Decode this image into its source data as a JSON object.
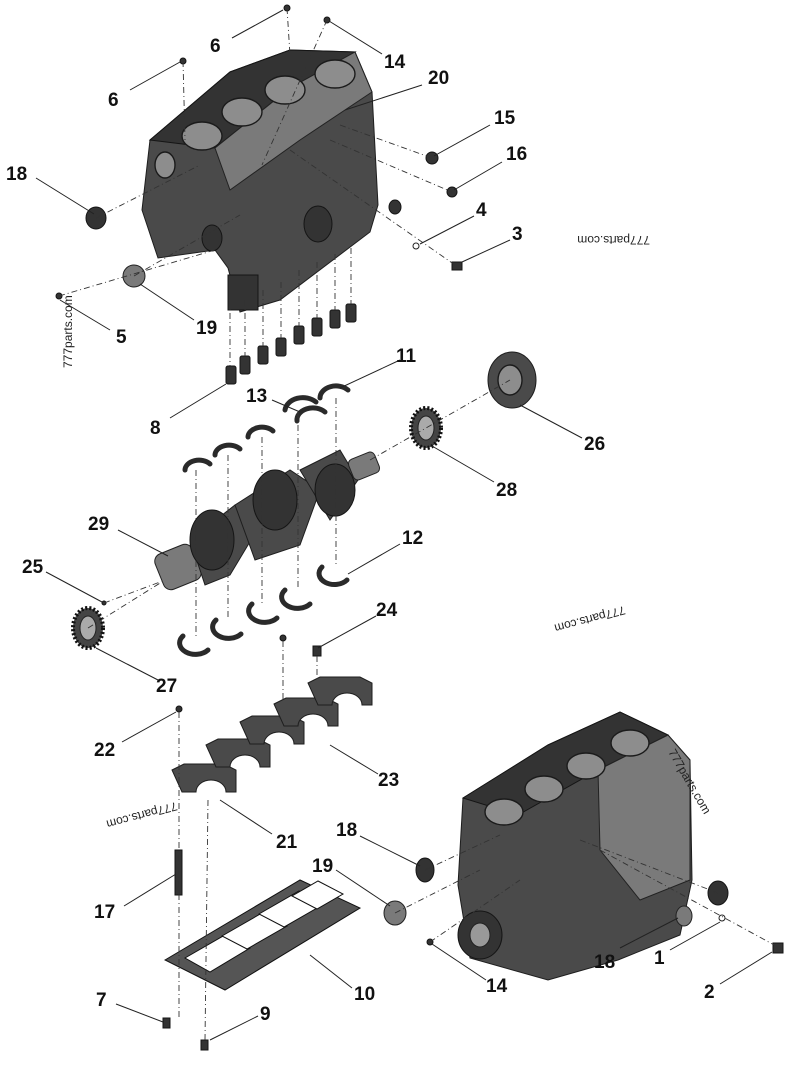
{
  "callouts": [
    "1",
    "2",
    "3",
    "4",
    "5",
    "6",
    "6",
    "7",
    "8",
    "9",
    "10",
    "11",
    "12",
    "13",
    "14",
    "14",
    "15",
    "16",
    "17",
    "18",
    "18",
    "18",
    "19",
    "19",
    "20",
    "21",
    "22",
    "23",
    "24",
    "25",
    "26",
    "27",
    "28",
    "29"
  ],
  "watermark": "777parts.com"
}
